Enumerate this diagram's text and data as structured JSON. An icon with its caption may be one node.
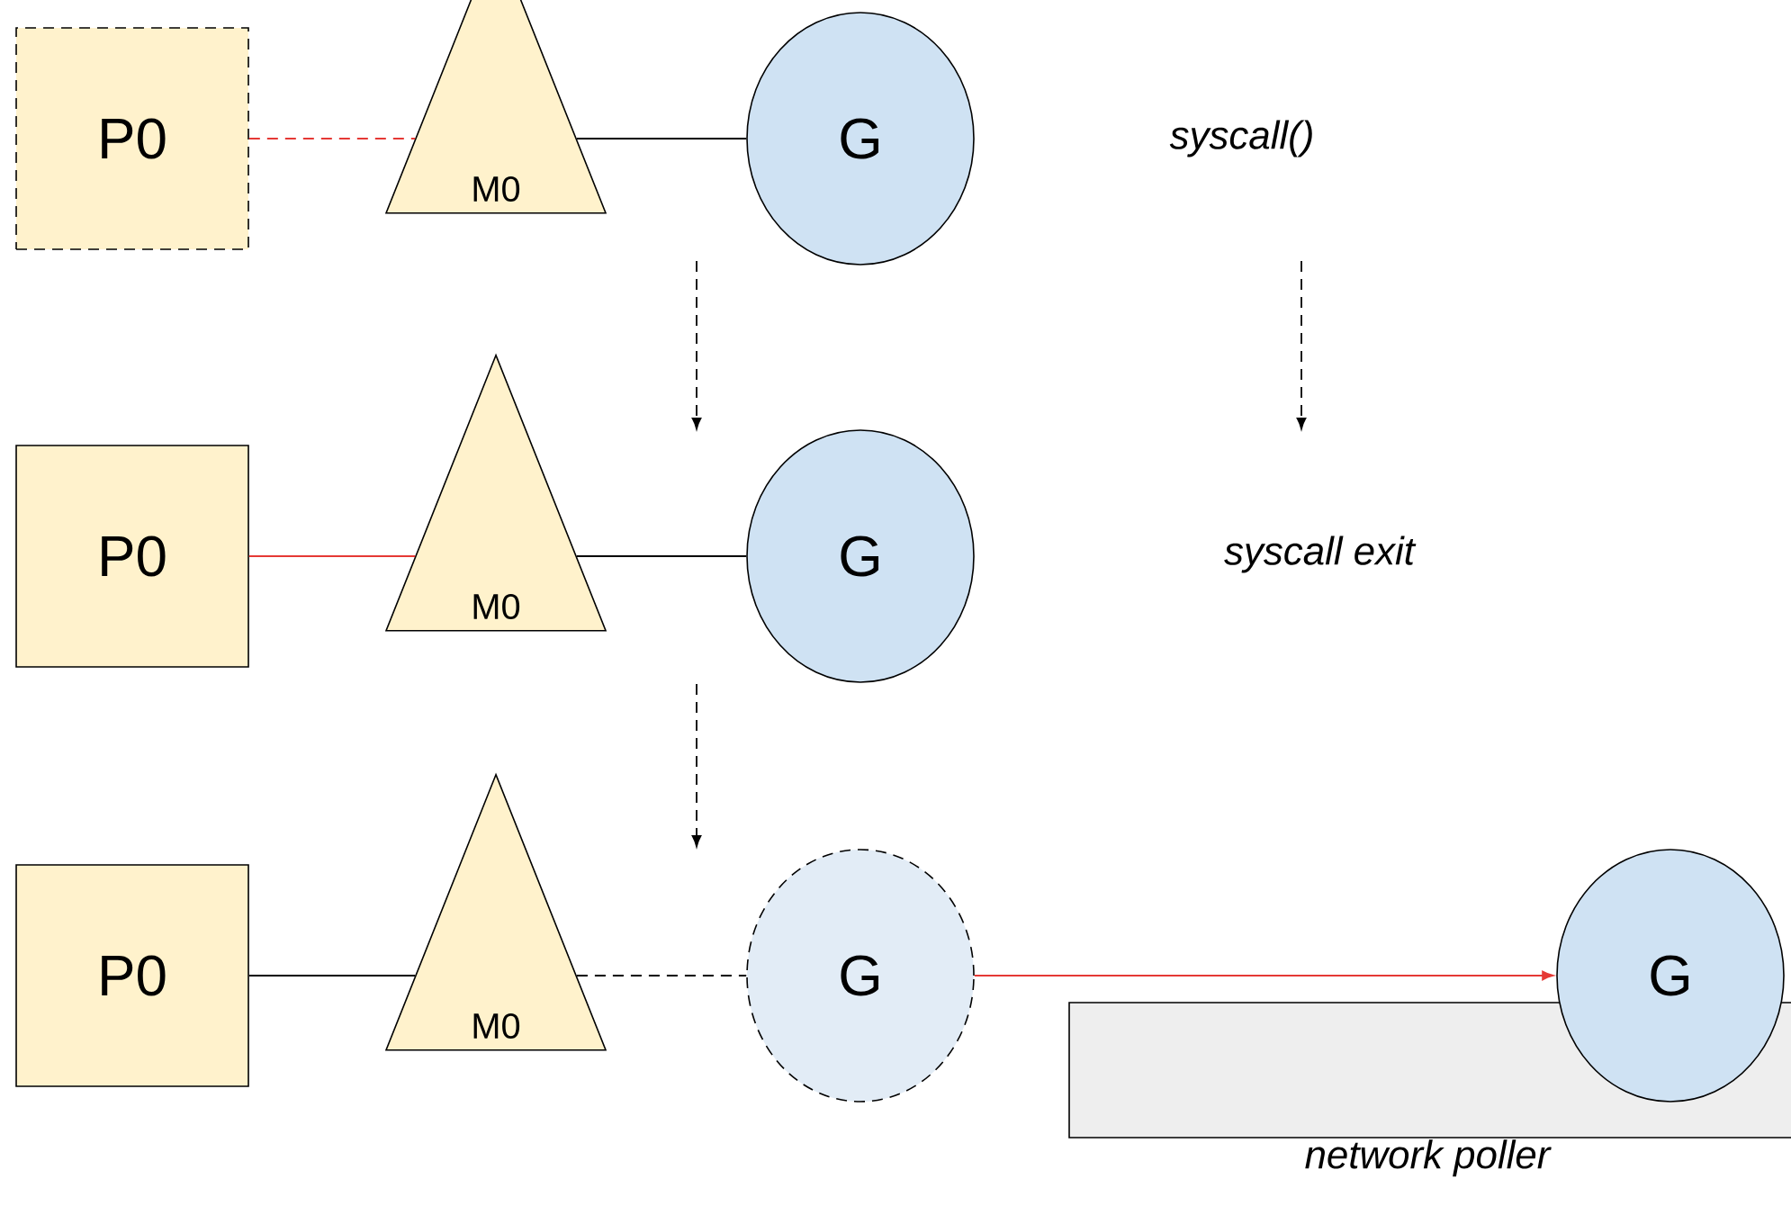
{
  "diagram": {
    "nodes": [
      {
        "text": [
          "P0"
        ]
      },
      {
        "text": [
          "M0"
        ]
      },
      {
        "text": [
          "G"
        ]
      },
      {
        "text": [
          "P0"
        ]
      },
      {
        "text": [
          "M0"
        ]
      },
      {
        "text": [
          "G"
        ]
      },
      {
        "text": [
          "P0"
        ]
      },
      {
        "text": [
          "M0"
        ]
      },
      {
        "text": [
          "G"
        ]
      },
      {
        "text": [
          "network poller"
        ]
      },
      {
        "text": [
          "G"
        ]
      }
    ],
    "edges": [
      {
        "from": 0,
        "to": 1,
        "arrow": "none",
        "style": "dashed",
        "color": "#e53935"
      },
      {
        "from": 1,
        "to": 2,
        "arrow": "none"
      },
      {
        "from": 3,
        "to": 4,
        "arrow": "none",
        "color": "#e53935"
      },
      {
        "from": 4,
        "to": 5,
        "arrow": "none"
      },
      {
        "from": 6,
        "to": 7,
        "arrow": "none"
      },
      {
        "from": 7,
        "to": 8,
        "arrow": "none",
        "style": "dashed"
      },
      {
        "from": 8,
        "to": 10,
        "arrow": "to",
        "color": "#e53935"
      }
    ],
    "labels": [
      "syscall()",
      "syscall exit"
    ]
  }
}
